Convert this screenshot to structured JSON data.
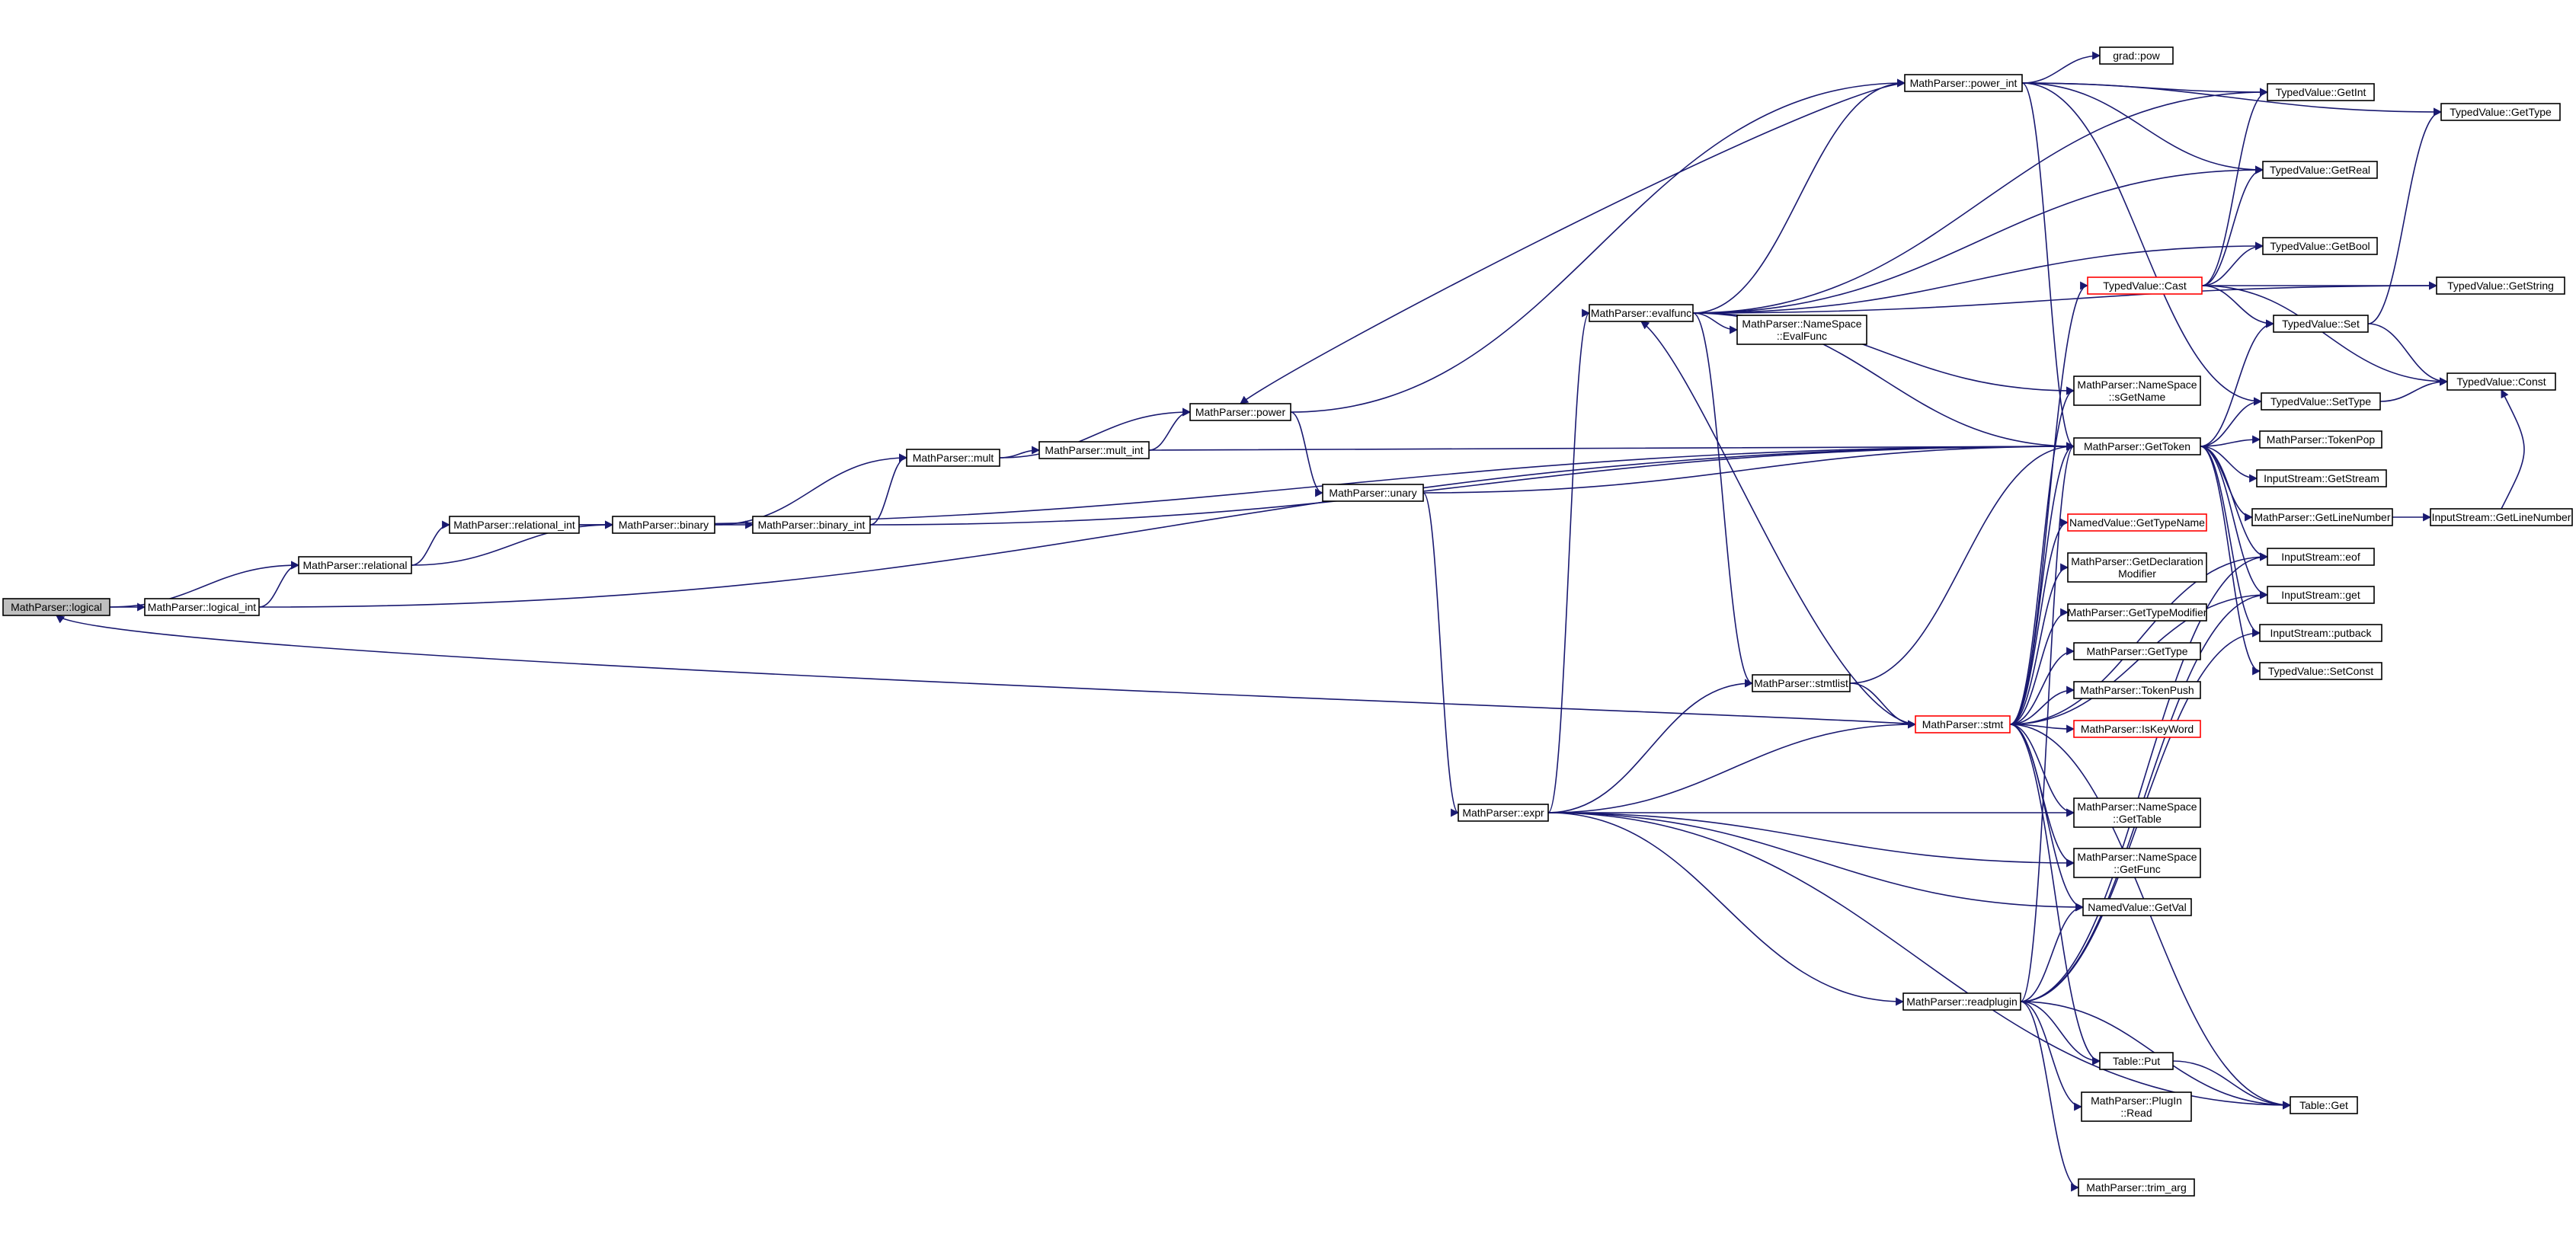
{
  "diagram": {
    "nodes": [
      {
        "id": "logical",
        "lines": [
          "MathParser::logical"
        ],
        "root": true
      },
      {
        "id": "logical_int",
        "lines": [
          "MathParser::logical_int"
        ]
      },
      {
        "id": "relational",
        "lines": [
          "MathParser::relational"
        ]
      },
      {
        "id": "relational_int",
        "lines": [
          "MathParser::relational_int"
        ]
      },
      {
        "id": "binary",
        "lines": [
          "MathParser::binary"
        ]
      },
      {
        "id": "binary_int",
        "lines": [
          "MathParser::binary_int"
        ]
      },
      {
        "id": "mult",
        "lines": [
          "MathParser::mult"
        ]
      },
      {
        "id": "mult_int",
        "lines": [
          "MathParser::mult_int"
        ]
      },
      {
        "id": "power",
        "lines": [
          "MathParser::power"
        ]
      },
      {
        "id": "unary",
        "lines": [
          "MathParser::unary"
        ]
      },
      {
        "id": "expr",
        "lines": [
          "MathParser::expr"
        ]
      },
      {
        "id": "evalfunc",
        "lines": [
          "MathParser::evalfunc"
        ]
      },
      {
        "id": "power_int",
        "lines": [
          "MathParser::power_int"
        ]
      },
      {
        "id": "stmtlist",
        "lines": [
          "MathParser::stmtlist"
        ]
      },
      {
        "id": "stmt",
        "lines": [
          "MathParser::stmt"
        ],
        "truncated": true
      },
      {
        "id": "readplugin",
        "lines": [
          "MathParser::readplugin"
        ]
      },
      {
        "id": "grad_pow",
        "lines": [
          "grad::pow"
        ]
      },
      {
        "id": "nsEvalFunc",
        "lines": [
          "MathParser::NameSpace",
          "::EvalFunc"
        ]
      },
      {
        "id": "nsGetName",
        "lines": [
          "MathParser::NameSpace",
          "::sGetName"
        ]
      },
      {
        "id": "GetToken",
        "lines": [
          "MathParser::GetToken"
        ]
      },
      {
        "id": "GetTypeName",
        "lines": [
          "NamedValue::GetTypeName"
        ],
        "truncated": true
      },
      {
        "id": "GetDeclMod",
        "lines": [
          "MathParser::GetDeclaration",
          "Modifier"
        ]
      },
      {
        "id": "GetTypeModifier",
        "lines": [
          "MathParser::GetTypeModifier"
        ]
      },
      {
        "id": "MPGetType",
        "lines": [
          "MathParser::GetType"
        ]
      },
      {
        "id": "TokenPush",
        "lines": [
          "MathParser::TokenPush"
        ]
      },
      {
        "id": "IsKeyWord",
        "lines": [
          "MathParser::IsKeyWord"
        ],
        "truncated": true
      },
      {
        "id": "nsGetTable",
        "lines": [
          "MathParser::NameSpace",
          "::GetTable"
        ]
      },
      {
        "id": "nsGetFunc",
        "lines": [
          "MathParser::NameSpace",
          "::GetFunc"
        ]
      },
      {
        "id": "NVGetVal",
        "lines": [
          "NamedValue::GetVal"
        ]
      },
      {
        "id": "TablePut",
        "lines": [
          "Table::Put"
        ]
      },
      {
        "id": "PluginRead",
        "lines": [
          "MathParser::PlugIn",
          "::Read"
        ]
      },
      {
        "id": "trim_arg",
        "lines": [
          "MathParser::trim_arg"
        ]
      },
      {
        "id": "TVGetInt",
        "lines": [
          "TypedValue::GetInt"
        ]
      },
      {
        "id": "TVGetReal",
        "lines": [
          "TypedValue::GetReal"
        ]
      },
      {
        "id": "TVGetBool",
        "lines": [
          "TypedValue::GetBool"
        ]
      },
      {
        "id": "TVCast",
        "lines": [
          "TypedValue::Cast"
        ],
        "truncated": true
      },
      {
        "id": "TVSet",
        "lines": [
          "TypedValue::Set"
        ]
      },
      {
        "id": "TVSetType",
        "lines": [
          "TypedValue::SetType"
        ]
      },
      {
        "id": "TokenPop",
        "lines": [
          "MathParser::TokenPop"
        ]
      },
      {
        "id": "ISGetStream",
        "lines": [
          "InputStream::GetStream"
        ]
      },
      {
        "id": "MPGetLineNumber",
        "lines": [
          "MathParser::GetLineNumber"
        ]
      },
      {
        "id": "ISeof",
        "lines": [
          "InputStream::eof"
        ]
      },
      {
        "id": "ISget",
        "lines": [
          "InputStream::get"
        ]
      },
      {
        "id": "ISputback",
        "lines": [
          "InputStream::putback"
        ]
      },
      {
        "id": "TVSetConst",
        "lines": [
          "TypedValue::SetConst"
        ]
      },
      {
        "id": "TableGet",
        "lines": [
          "Table::Get"
        ]
      },
      {
        "id": "TVGetType",
        "lines": [
          "TypedValue::GetType"
        ]
      },
      {
        "id": "TVGetString",
        "lines": [
          "TypedValue::GetString"
        ]
      },
      {
        "id": "TVConst",
        "lines": [
          "TypedValue::Const"
        ]
      },
      {
        "id": "ISGetLineNumber",
        "lines": [
          "InputStream::GetLineNumber"
        ]
      }
    ],
    "edges": [
      [
        "logical",
        "relational"
      ],
      [
        "logical",
        "logical_int"
      ],
      [
        "logical_int",
        "relational"
      ],
      [
        "logical_int",
        "GetToken"
      ],
      [
        "relational",
        "relational_int"
      ],
      [
        "relational",
        "binary"
      ],
      [
        "relational_int",
        "binary"
      ],
      [
        "relational_int",
        "GetToken"
      ],
      [
        "binary",
        "mult"
      ],
      [
        "binary",
        "binary_int"
      ],
      [
        "binary_int",
        "mult"
      ],
      [
        "binary_int",
        "GetToken"
      ],
      [
        "mult",
        "power"
      ],
      [
        "mult",
        "mult_int"
      ],
      [
        "mult_int",
        "power"
      ],
      [
        "mult_int",
        "GetToken"
      ],
      [
        "power",
        "power_int"
      ],
      [
        "power",
        "unary"
      ],
      [
        "unary",
        "expr"
      ],
      [
        "unary",
        "GetToken"
      ],
      [
        "expr",
        "evalfunc"
      ],
      [
        "expr",
        "stmtlist"
      ],
      [
        "expr",
        "stmt"
      ],
      [
        "expr",
        "readplugin"
      ],
      [
        "expr",
        "nsGetTable"
      ],
      [
        "expr",
        "nsGetFunc"
      ],
      [
        "expr",
        "NVGetVal"
      ],
      [
        "expr",
        "TableGet"
      ],
      [
        "evalfunc",
        "power_int"
      ],
      [
        "evalfunc",
        "TVGetInt"
      ],
      [
        "evalfunc",
        "TVGetReal"
      ],
      [
        "evalfunc",
        "TVGetBool"
      ],
      [
        "evalfunc",
        "TVGetString"
      ],
      [
        "evalfunc",
        "nsEvalFunc"
      ],
      [
        "evalfunc",
        "nsGetName"
      ],
      [
        "evalfunc",
        "GetToken"
      ],
      [
        "evalfunc",
        "stmtlist"
      ],
      [
        "power_int",
        "power"
      ],
      [
        "power_int",
        "grad_pow"
      ],
      [
        "power_int",
        "TVGetInt"
      ],
      [
        "power_int",
        "TVGetReal"
      ],
      [
        "power_int",
        "TVGetType"
      ],
      [
        "power_int",
        "TVSetType"
      ],
      [
        "power_int",
        "GetToken"
      ],
      [
        "stmtlist",
        "stmt"
      ],
      [
        "stmtlist",
        "GetToken"
      ],
      [
        "stmt",
        "logical"
      ],
      [
        "stmt",
        "evalfunc"
      ],
      [
        "stmt",
        "TVCast"
      ],
      [
        "stmt",
        "nsGetName"
      ],
      [
        "stmt",
        "GetToken"
      ],
      [
        "stmt",
        "GetTypeName"
      ],
      [
        "stmt",
        "GetDeclMod"
      ],
      [
        "stmt",
        "GetTypeModifier"
      ],
      [
        "stmt",
        "MPGetType"
      ],
      [
        "stmt",
        "TokenPush"
      ],
      [
        "stmt",
        "IsKeyWord"
      ],
      [
        "stmt",
        "nsGetTable"
      ],
      [
        "stmt",
        "nsGetFunc"
      ],
      [
        "stmt",
        "NVGetVal"
      ],
      [
        "stmt",
        "TablePut"
      ],
      [
        "stmt",
        "TableGet"
      ],
      [
        "stmt",
        "ISeof"
      ],
      [
        "stmt",
        "ISget"
      ],
      [
        "readplugin",
        "GetToken"
      ],
      [
        "readplugin",
        "NVGetVal"
      ],
      [
        "readplugin",
        "TablePut"
      ],
      [
        "readplugin",
        "PluginRead"
      ],
      [
        "readplugin",
        "trim_arg"
      ],
      [
        "readplugin",
        "TableGet"
      ],
      [
        "readplugin",
        "ISeof"
      ],
      [
        "readplugin",
        "ISget"
      ],
      [
        "readplugin",
        "ISputback"
      ],
      [
        "GetToken",
        "TVSetType"
      ],
      [
        "GetToken",
        "TVSet"
      ],
      [
        "GetToken",
        "TokenPop"
      ],
      [
        "GetToken",
        "ISGetStream"
      ],
      [
        "GetToken",
        "MPGetLineNumber"
      ],
      [
        "GetToken",
        "ISeof"
      ],
      [
        "GetToken",
        "ISget"
      ],
      [
        "GetToken",
        "ISputback"
      ],
      [
        "GetToken",
        "TVSetConst"
      ],
      [
        "TVCast",
        "TVGetInt"
      ],
      [
        "TVCast",
        "TVGetReal"
      ],
      [
        "TVCast",
        "TVGetBool"
      ],
      [
        "TVCast",
        "TVGetString"
      ],
      [
        "TVCast",
        "TVSet"
      ],
      [
        "TVCast",
        "TVConst"
      ],
      [
        "TVSet",
        "TVGetType"
      ],
      [
        "TVSet",
        "TVConst"
      ],
      [
        "TVSetType",
        "TVConst"
      ],
      [
        "TablePut",
        "TableGet"
      ],
      [
        "MPGetLineNumber",
        "ISGetLineNumber"
      ],
      [
        "ISGetLineNumber",
        "TVConst"
      ]
    ]
  }
}
